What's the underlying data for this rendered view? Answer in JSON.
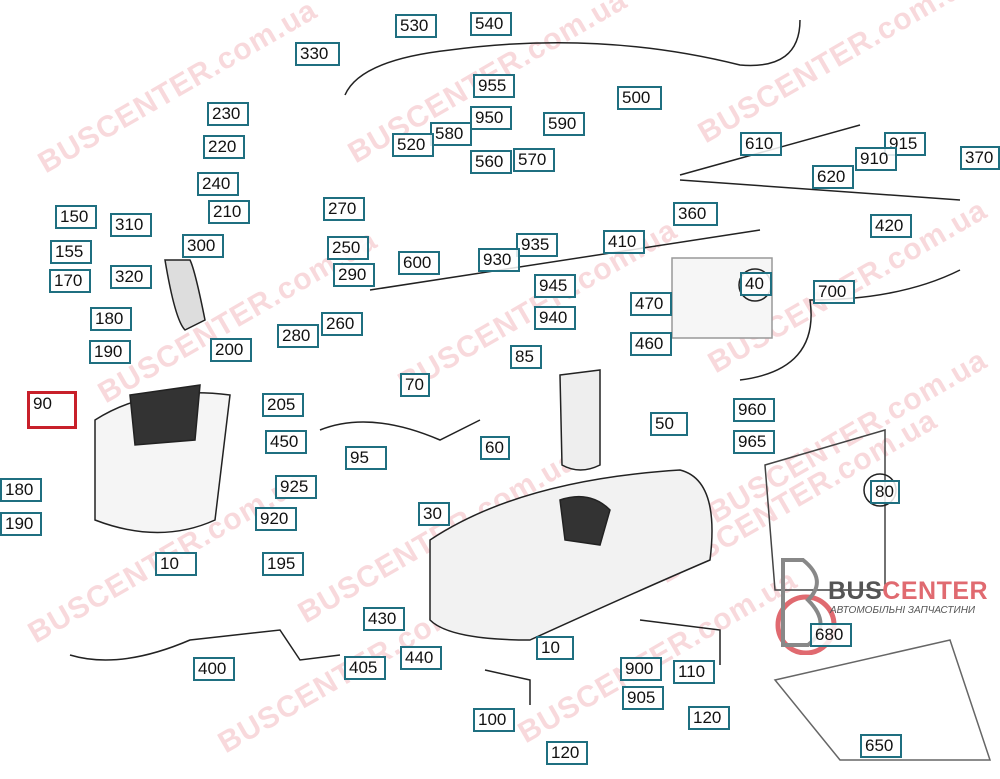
{
  "labels": [
    "330",
    "530",
    "540",
    "955",
    "500",
    "230",
    "950",
    "590",
    "580",
    "520",
    "220",
    "610",
    "915",
    "370",
    "560",
    "570",
    "910",
    "620",
    "240",
    "270",
    "150",
    "210",
    "360",
    "420",
    "310",
    "300",
    "935",
    "410",
    "250",
    "155",
    "930",
    "600",
    "290",
    "320",
    "170",
    "945",
    "40",
    "700",
    "470",
    "180",
    "940",
    "260",
    "280",
    "460",
    "190",
    "200",
    "85",
    "70",
    "90",
    "205",
    "960",
    "50",
    "450",
    "965",
    "60",
    "95",
    "180",
    "925",
    "80",
    "190",
    "920",
    "30",
    "10",
    "195",
    "680",
    "430",
    "440",
    "405",
    "10",
    "400",
    "900",
    "110",
    "905",
    "100",
    "120",
    "120",
    "650"
  ],
  "selected_label": "90",
  "watermark": "BUSCENTER.com.ua",
  "logo": {
    "brand_a": "BUS",
    "brand_b": "CENTER",
    "tagline": "АВТОМОБІЛЬНІ ЗАПЧАСТИНИ"
  },
  "colors": {
    "label_border": "#1f6f80",
    "selected_border": "#c8202a",
    "watermark": "#e67882"
  }
}
